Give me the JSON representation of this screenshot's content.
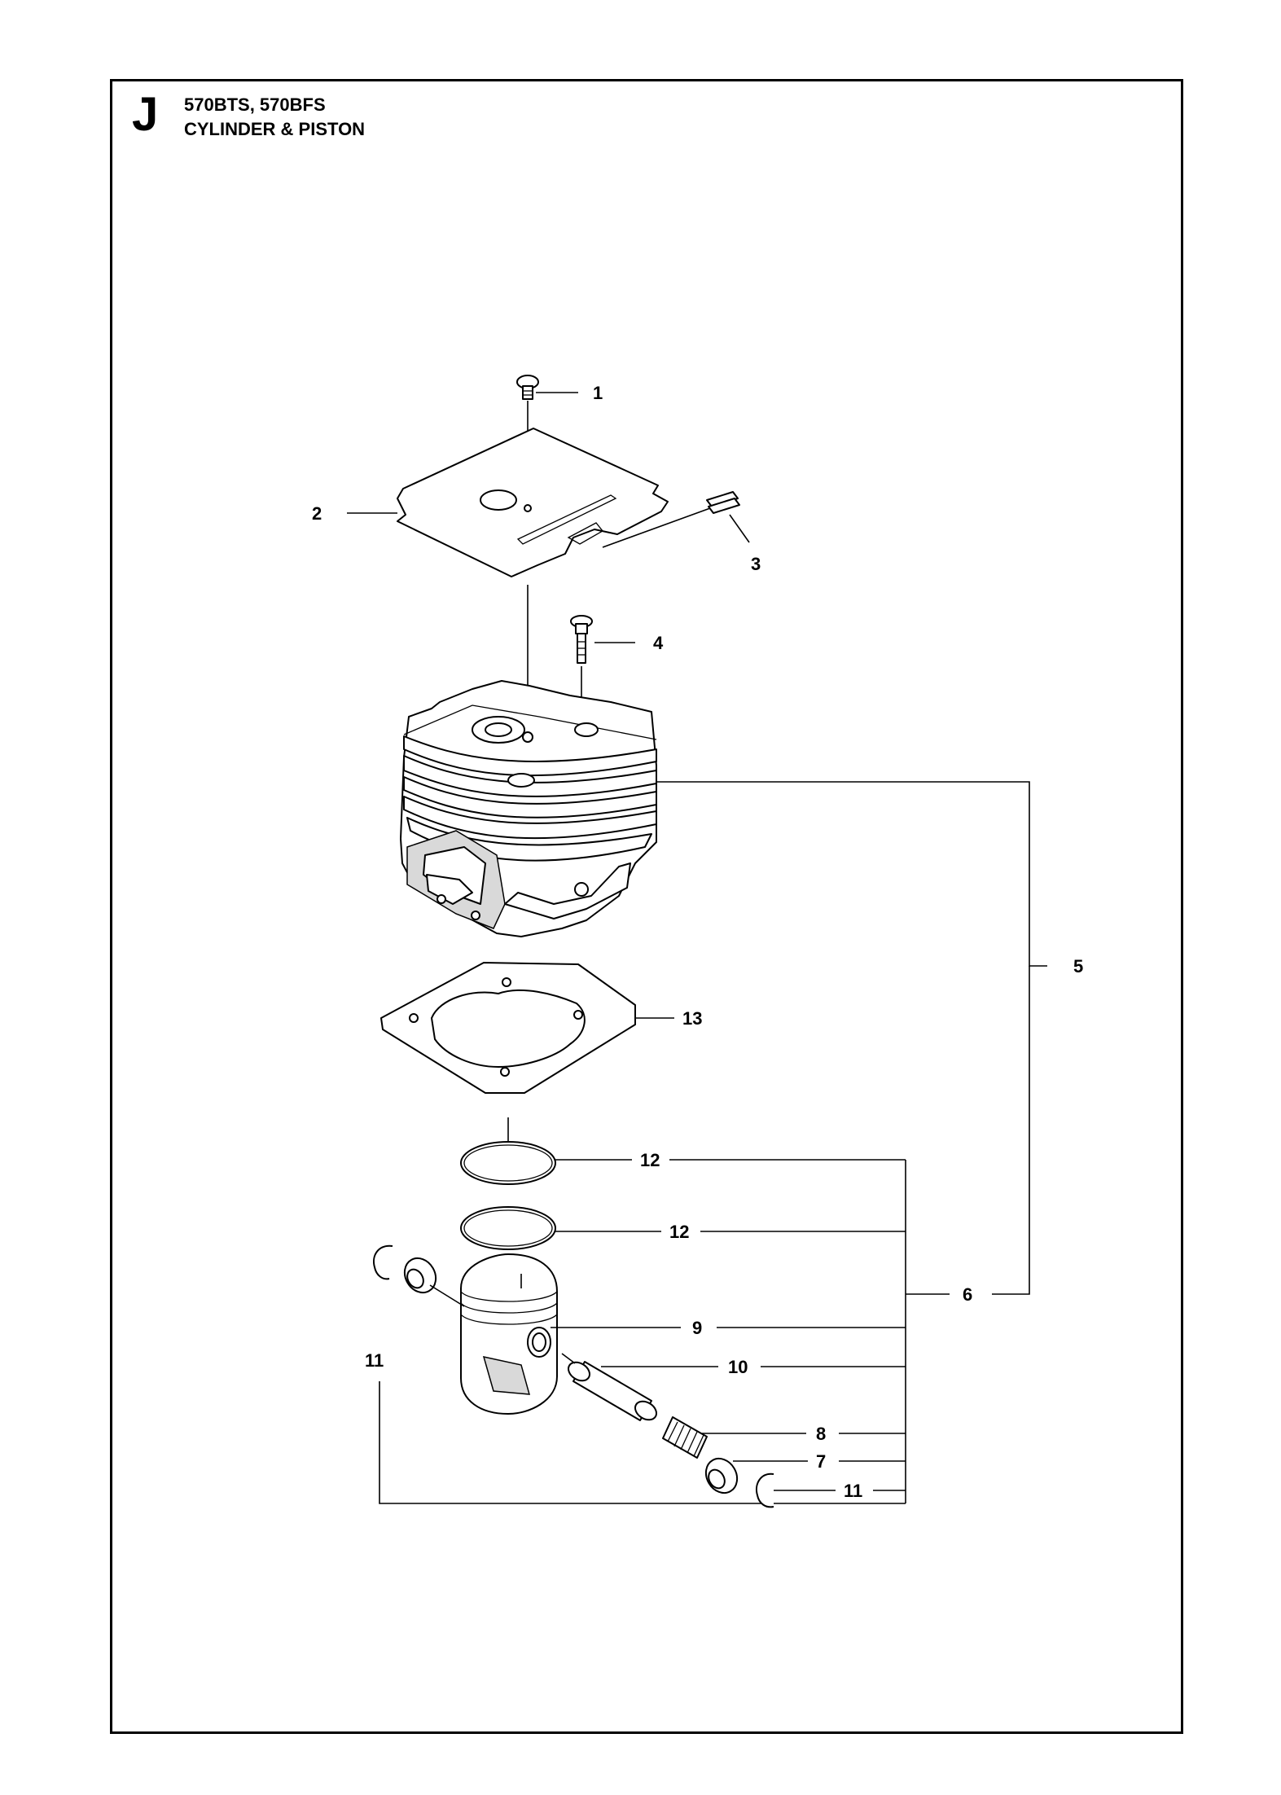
{
  "header": {
    "section": "J",
    "models": "570BTS, 570BFS",
    "title": "CYLINDER & PISTON"
  },
  "callouts": [
    "1",
    "2",
    "3",
    "4",
    "5",
    "13",
    "12",
    "12",
    "6",
    "9",
    "11",
    "10",
    "8",
    "7",
    "11"
  ]
}
